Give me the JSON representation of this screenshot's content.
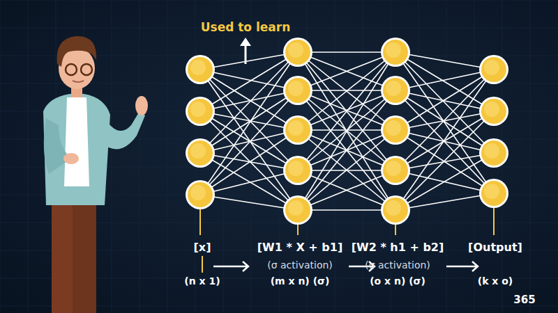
{
  "diagram": {
    "labels": [
      "Used to learn",
      "[x]",
      "(n x 1)",
      "[W1 * X + b1]",
      "(σ activation)",
      "(m x n) (σ)",
      "[W2 * h1 + b2]",
      "(σ activation)",
      "(o x n) (σ)",
      "[Output]",
      "(k x o)",
      "365"
    ]
  }
}
